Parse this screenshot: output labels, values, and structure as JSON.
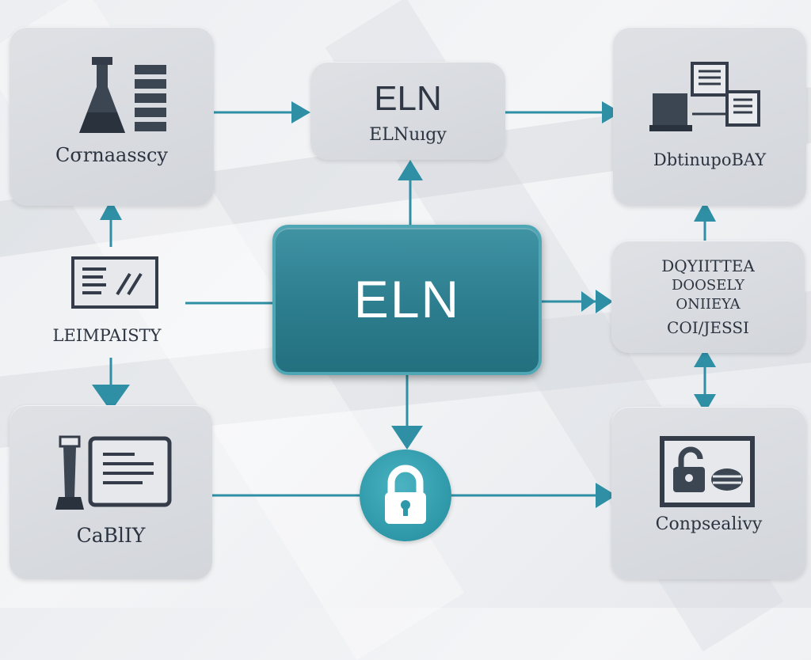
{
  "center": {
    "title": "ELN"
  },
  "nodes": {
    "top_left": {
      "label": "Cσrnaasscy"
    },
    "top_center": {
      "title": "ELN",
      "subtitle": "ELNuıgy"
    },
    "top_right": {
      "label": "DbtinupoBAY"
    },
    "middle_left": {
      "label": "LEIMPAISTY"
    },
    "middle_right": {
      "lines": [
        "DQYIITTEA",
        "DOOSELY",
        "ONIIEYA",
        "COI/JESSI"
      ]
    },
    "bottom_left": {
      "label": "CaBlIY"
    },
    "bottom_right": {
      "label": "Conpsealivy"
    }
  },
  "icons": {
    "top_left": "flask-and-shelf-icon",
    "top_right": "computer-and-documents-icon",
    "middle_left": "document-with-pen-icon",
    "bottom_left": "instrument-and-document-icon",
    "bottom_right": "open-padlock-panel-icon",
    "lock": "padlock-icon"
  },
  "colors": {
    "accent": "#2e8fa0",
    "wire": "#2f8fa4",
    "ink": "#2b3440",
    "node_bg": "#d8dade"
  }
}
